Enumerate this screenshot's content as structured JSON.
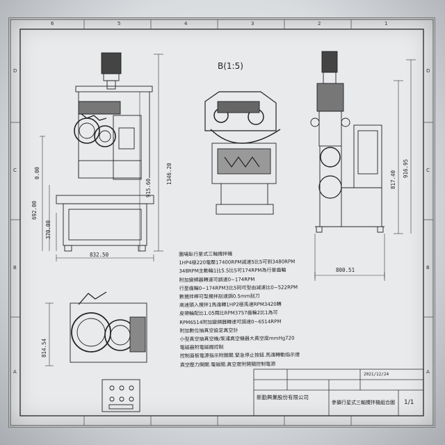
{
  "sheet": {
    "column_ticks": [
      "6",
      "5",
      "4",
      "3",
      "2",
      "1"
    ],
    "row_ticks": [
      "D",
      "C",
      "B",
      "A"
    ]
  },
  "views": {
    "detail_label": "B(1:5)"
  },
  "dimensions": {
    "front_total_height": "1346.20",
    "front_upper_height": "915.60",
    "front_left_top": "0.00",
    "front_left_mid": "692.00",
    "front_left_low": "370.00",
    "front_width": "832.50",
    "side_height_a": "817.40",
    "side_height_b": "916.95",
    "side_width": "800.51",
    "plan_height": "814.54"
  },
  "notes": [
    "圖場臥行星式三軸攪拌機",
    "1HP4極220電壓17400RPM減速5比5可到3480RPM",
    "348RPM主動輪1比5.5比5可174RPM為行星齒輪",
    "附加變頻器轉速可調速0~174RPM",
    "行星齒輪0~174RPM3比5同可型由減速比0~522RPM",
    "數攪拌桿可型攪拌刮速調0.5mm刮刀",
    "高速頭入攪拌1馬達轉1HP2極馬速RPM3420轉",
    "皮帶輪配比1.05兩比RPM3757齒輪2比1為可",
    "RPM6514附加變頻器轉速可調速0~6514RPM",
    "附加數位抽真空設定真空計",
    "小型真空抽真空機/泵浦真空機器大真空度mmHg720",
    "電磁器附電磁閥控制",
    "控制面板電源指示附開關.緊急停止按鈕.馬達轉動指示燈",
    "真空壓力開關.電磁閥.真空度附開關控制電源"
  ],
  "title_block": {
    "company": "新勤興業股份有限公司",
    "date": "2021/12/24",
    "drawing_title": "參攝行星式三軸攪拌機組合圖",
    "sheet_number": "1/1"
  }
}
